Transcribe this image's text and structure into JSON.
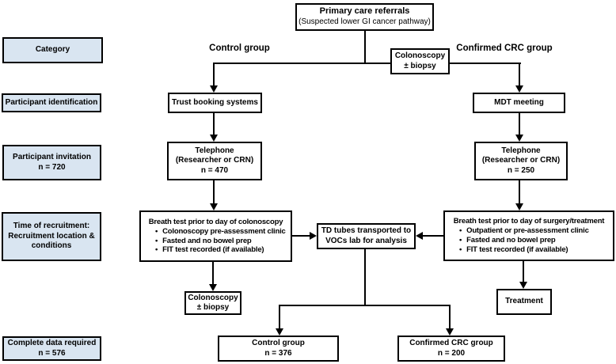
{
  "colors": {
    "box_fill_blue": "#d9e5f1",
    "line": "#000000",
    "border": "#000000",
    "background": "#ffffff"
  },
  "bullet_char": "•",
  "top": {
    "title": "Primary care referrals",
    "subtitle": "(Suspected lower GI cancer pathway)"
  },
  "branch": {
    "control_label": "Control group",
    "crc_label": "Confirmed CRC group",
    "colonoscopy_line1": "Colonoscopy",
    "colonoscopy_line2": "± biopsy"
  },
  "left_column": {
    "category": "Category",
    "participant_identification": "Participant identification",
    "participant_invitation_line1": "Participant invitation",
    "participant_invitation_line2": "n = 720",
    "time_of_recruitment_line1": "Time of recruitment:",
    "time_of_recruitment_line2": "Recruitment location &",
    "time_of_recruitment_line3": "conditions",
    "complete_data_line1": "Complete data required",
    "complete_data_line2": "n = 576"
  },
  "control_path": {
    "booking": "Trust booking systems",
    "telephone_line1": "Telephone",
    "telephone_line2": "(Researcher or CRN)",
    "telephone_n": "n = 470",
    "breath_title": "Breath test prior to day of colonoscopy",
    "breath_bullets": [
      "Colonoscopy pre-assessment clinic",
      "Fasted and no bowel prep",
      "FIT test recorded (if available)"
    ],
    "procedure_line1": "Colonoscopy",
    "procedure_line2": "± biopsy",
    "outcome_line1": "Control group",
    "outcome_line2": "n = 376"
  },
  "crc_path": {
    "mdt": "MDT meeting",
    "telephone_line1": "Telephone",
    "telephone_line2": "(Researcher or CRN)",
    "telephone_n": "n = 250",
    "breath_title": "Breath test prior to day of surgery/treatment",
    "breath_bullets": [
      "Outpatient or pre-assessment clinic",
      "Fasted and no bowel prep",
      "FIT test recorded (if available)"
    ],
    "procedure": "Treatment",
    "outcome_line1": "Confirmed CRC group",
    "outcome_line2": "n = 200"
  },
  "middle": {
    "td_line1": "TD tubes transported to",
    "td_line2": "VOCs lab for analysis"
  }
}
